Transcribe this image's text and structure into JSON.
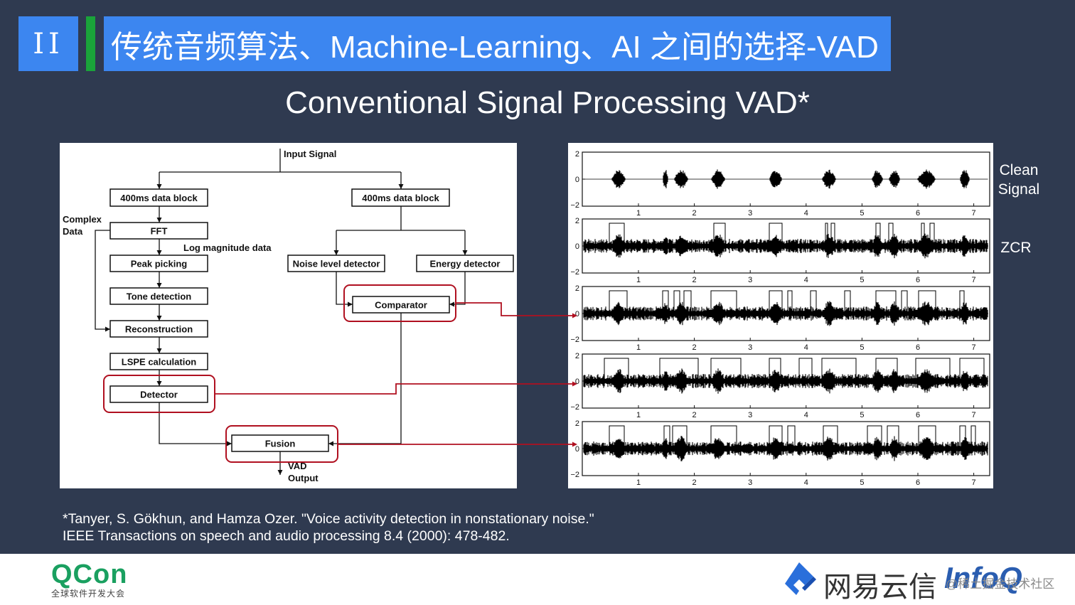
{
  "header": {
    "section_number": "II",
    "title": "传统音频算法、Machine-Learning、AI 之间的选择-VAD"
  },
  "slide": {
    "subtitle": "Conventional Signal Processing VAD*"
  },
  "flowchart": {
    "input_signal": "Input Signal",
    "block_left": "400ms data block",
    "block_right": "400ms data block",
    "complex_data": [
      "Complex",
      "Data"
    ],
    "fft": "FFT",
    "log_magnitude": "Log magnitude data",
    "peak_picking": "Peak picking",
    "tone_detection": "Tone detection",
    "reconstruction": "Reconstruction",
    "lspe": "LSPE calculation",
    "detector": "Detector",
    "noise_detector": "Noise level detector",
    "energy_detector": "Energy detector",
    "comparator": "Comparator",
    "fusion": "Fusion",
    "vad_output": [
      "VAD",
      "Output"
    ]
  },
  "plots": {
    "y_ticks": [
      "2",
      "0",
      "−2"
    ],
    "x_ticks": [
      "1",
      "2",
      "3",
      "4",
      "5",
      "6",
      "7"
    ]
  },
  "labels": {
    "clean_signal": [
      "Clean",
      "Signal"
    ],
    "zcr": "ZCR"
  },
  "citation": {
    "line1": "*Tanyer, S. Gökhun, and Hamza Ozer. \"Voice activity detection in nonstationary noise.\"",
    "line2": "IEEE Transactions on speech and audio processing 8.4 (2000): 478-482."
  },
  "footer": {
    "qcon": "QCon",
    "qcon_sub": "全球软件开发大会",
    "netease": "网易云信",
    "infoq": "InfoQ",
    "watermark": "@稀土掘金技术社区"
  },
  "colors": {
    "background": "#2f3a50",
    "accent_blue": "#3c86f0",
    "accent_green": "#1aa33a",
    "highlight_red": "#b01020"
  }
}
